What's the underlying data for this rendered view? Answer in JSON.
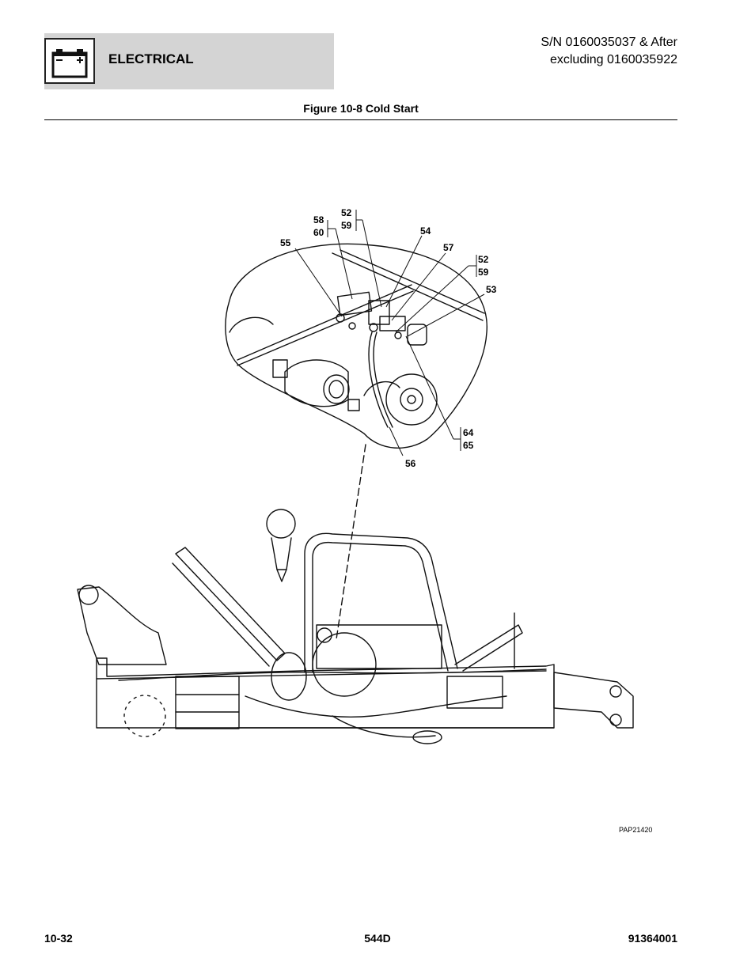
{
  "header": {
    "section": "ELECTRICAL",
    "serial_line1": "S/N 0160035037 & After",
    "serial_line2": "excluding 0160035922",
    "icon": "battery-icon",
    "band_color": "#d4d4d4"
  },
  "figure": {
    "title": "Figure 10-8 Cold Start",
    "code": "PAP21420",
    "callouts": {
      "c58": "58",
      "c60": "60",
      "c52a": "52",
      "c59a": "59",
      "c55": "55",
      "c54": "54",
      "c57": "57",
      "c52b": "52",
      "c59b": "59",
      "c53": "53",
      "c64": "64",
      "c65": "65",
      "c56": "56"
    }
  },
  "footer": {
    "page": "10-32",
    "model": "544D",
    "doc_number": "91364001"
  }
}
